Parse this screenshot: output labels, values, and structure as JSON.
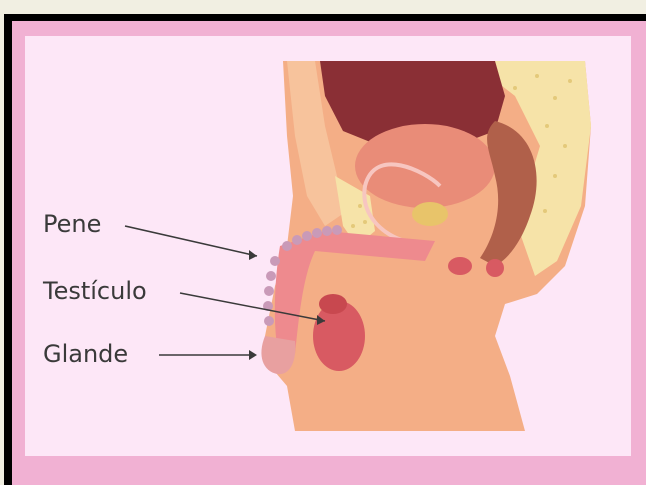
{
  "labels": {
    "pene": "Pene",
    "testiculo": "Testículo",
    "glande": "Glande"
  },
  "colors": {
    "background": "#f1efe2",
    "frame": "#000000",
    "border": "#f1b1d3",
    "panel": "#fde7f7",
    "skin": "#f4ae86",
    "bladder": "#8a2f35",
    "organ": "#e98c78",
    "testis": "#d85a62",
    "label_text": "#3a3a3a"
  }
}
